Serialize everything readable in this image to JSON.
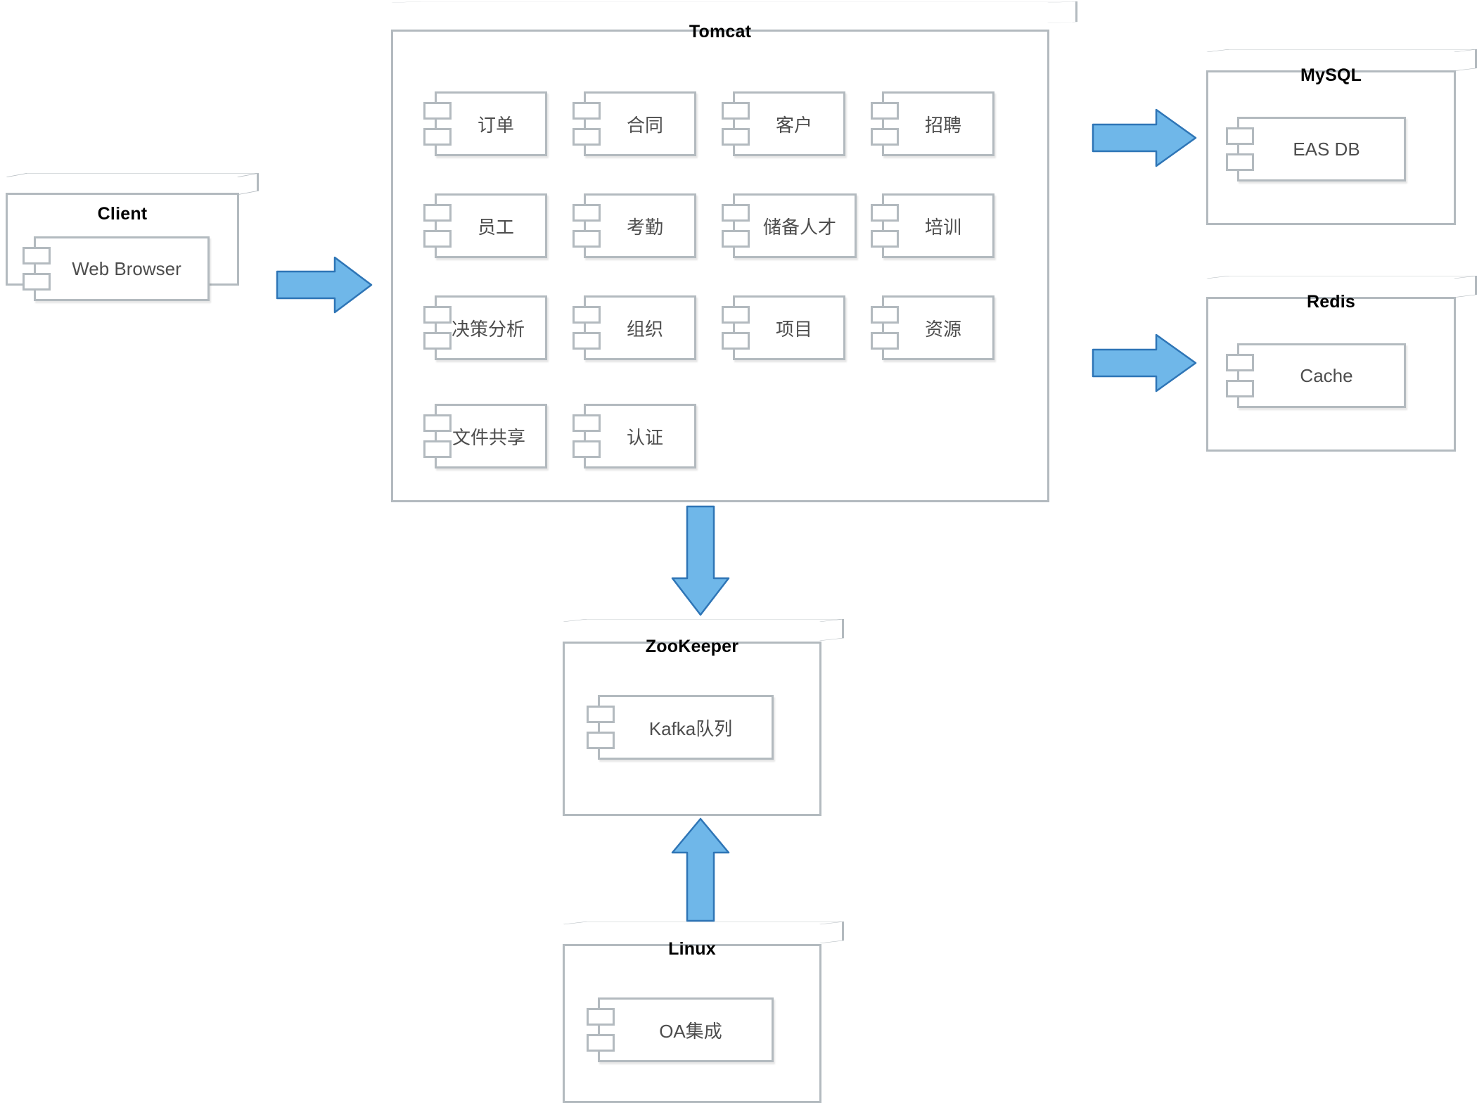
{
  "diagram": {
    "type": "uml-deployment-diagram",
    "colors": {
      "node_border": "#b3babf",
      "component_border": "#b3babf",
      "arrow_fill": "#6fb7e9",
      "arrow_border": "#2e75b6",
      "node_title_text": "#000000",
      "component_text": "#4d4d4d",
      "background": "#ffffff"
    }
  },
  "nodes": {
    "client": {
      "title": "Client",
      "components": [
        {
          "label": "Web Browser"
        }
      ]
    },
    "tomcat": {
      "title": "Tomcat",
      "components": [
        {
          "label": "订单"
        },
        {
          "label": "合同"
        },
        {
          "label": "客户"
        },
        {
          "label": "招聘"
        },
        {
          "label": "员工"
        },
        {
          "label": "考勤"
        },
        {
          "label": "储备人才"
        },
        {
          "label": "培训"
        },
        {
          "label": "决策分析"
        },
        {
          "label": "组织"
        },
        {
          "label": "项目"
        },
        {
          "label": "资源"
        },
        {
          "label": "文件共享"
        },
        {
          "label": "认证"
        }
      ]
    },
    "mysql": {
      "title": "MySQL",
      "components": [
        {
          "label": "EAS DB"
        }
      ]
    },
    "redis": {
      "title": "Redis",
      "components": [
        {
          "label": "Cache"
        }
      ]
    },
    "zookeeper": {
      "title": "ZooKeeper",
      "components": [
        {
          "label": "Kafka队列"
        }
      ]
    },
    "linux": {
      "title": "Linux",
      "components": [
        {
          "label": "OA集成"
        }
      ]
    }
  },
  "arrows": [
    {
      "name": "client-to-tomcat",
      "direction": "right"
    },
    {
      "name": "tomcat-to-mysql",
      "direction": "right"
    },
    {
      "name": "tomcat-to-redis",
      "direction": "right"
    },
    {
      "name": "tomcat-to-zookeeper",
      "direction": "down"
    },
    {
      "name": "linux-to-zookeeper",
      "direction": "up"
    }
  ]
}
